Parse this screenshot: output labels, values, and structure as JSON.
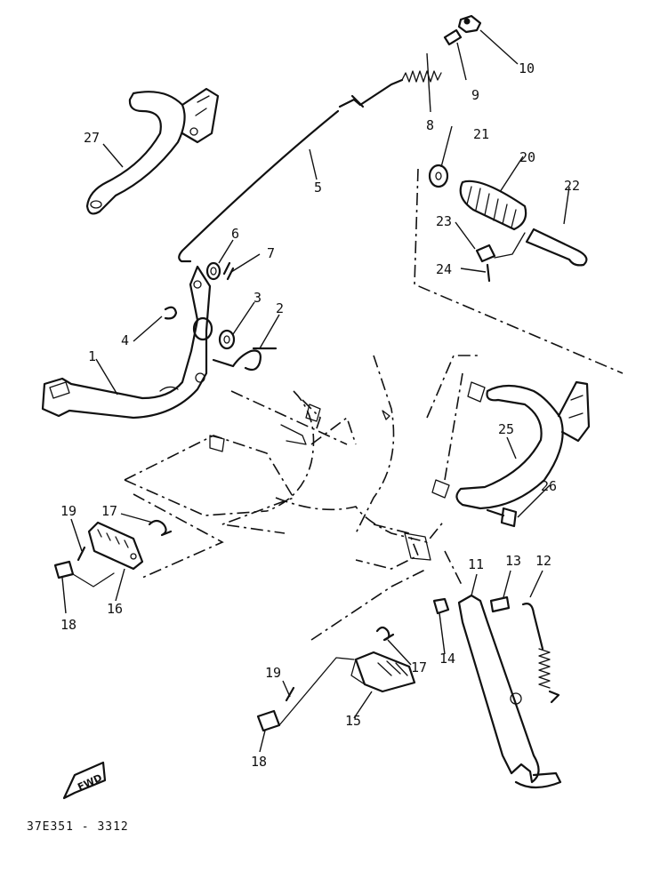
{
  "callouts": [
    {
      "n": "1",
      "text": "1"
    },
    {
      "n": "2",
      "text": "2"
    },
    {
      "n": "3",
      "text": "3"
    },
    {
      "n": "4",
      "text": "4"
    },
    {
      "n": "5",
      "text": "5"
    },
    {
      "n": "6",
      "text": "6"
    },
    {
      "n": "7",
      "text": "7"
    },
    {
      "n": "8",
      "text": "8"
    },
    {
      "n": "9",
      "text": "9"
    },
    {
      "n": "10",
      "text": "10"
    },
    {
      "n": "11",
      "text": "11"
    },
    {
      "n": "12",
      "text": "12"
    },
    {
      "n": "13",
      "text": "13"
    },
    {
      "n": "14",
      "text": "14"
    },
    {
      "n": "15",
      "text": "15"
    },
    {
      "n": "16",
      "text": "16"
    },
    {
      "n": "17a",
      "text": "17"
    },
    {
      "n": "17b",
      "text": "17"
    },
    {
      "n": "18a",
      "text": "18"
    },
    {
      "n": "18b",
      "text": "18"
    },
    {
      "n": "19a",
      "text": "19"
    },
    {
      "n": "19b",
      "text": "19"
    },
    {
      "n": "20",
      "text": "20"
    },
    {
      "n": "21",
      "text": "21"
    },
    {
      "n": "22",
      "text": "22"
    },
    {
      "n": "23",
      "text": "23"
    },
    {
      "n": "24",
      "text": "24"
    },
    {
      "n": "25",
      "text": "25"
    },
    {
      "n": "26",
      "text": "26"
    },
    {
      "n": "27",
      "text": "27"
    }
  ],
  "direction_arrow": "FWD",
  "diagram_code": "37E351 - 3312"
}
